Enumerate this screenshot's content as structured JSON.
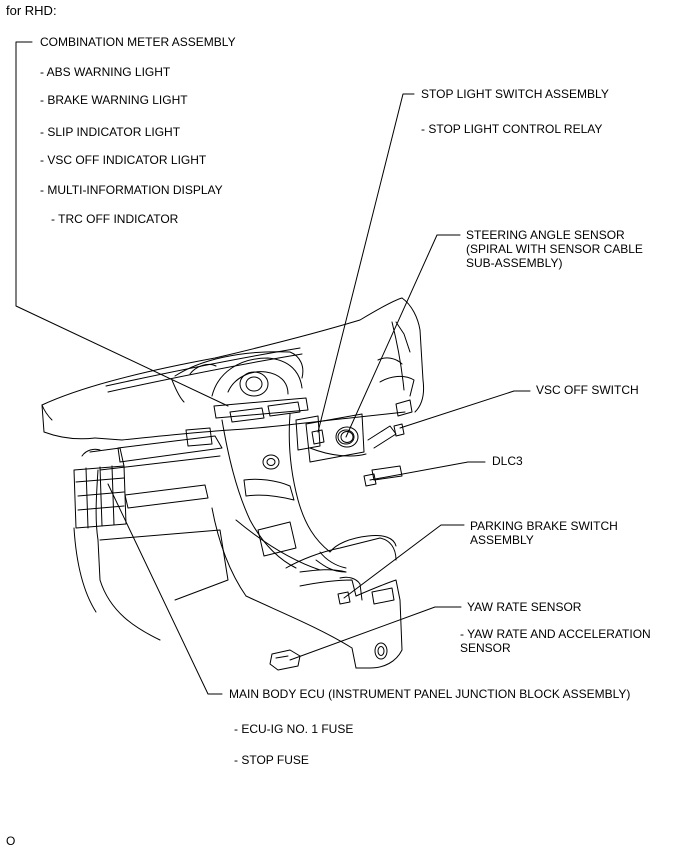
{
  "header": "for RHD:",
  "footer_code": "O",
  "callouts": {
    "combination_meter": {
      "title": "COMBINATION METER ASSEMBLY",
      "items": [
        "- ABS WARNING LIGHT",
        "- BRAKE WARNING LIGHT",
        "- SLIP INDICATOR LIGHT",
        "- VSC OFF INDICATOR LIGHT",
        "- MULTI-INFORMATION DISPLAY",
        "- TRC OFF INDICATOR"
      ]
    },
    "stop_light_switch": {
      "title": "STOP LIGHT SWITCH ASSEMBLY",
      "items": [
        "- STOP LIGHT CONTROL RELAY"
      ]
    },
    "steering_angle_sensor": {
      "title": "STEERING ANGLE SENSOR\n(SPIRAL WITH SENSOR CABLE\nSUB-ASSEMBLY)"
    },
    "vsc_off_switch": {
      "title": "VSC OFF SWITCH"
    },
    "dlc3": {
      "title": "DLC3"
    },
    "parking_brake_switch": {
      "title": "PARKING BRAKE SWITCH\nASSEMBLY"
    },
    "yaw_rate_sensor": {
      "title": "YAW RATE SENSOR",
      "items": [
        "- YAW RATE AND ACCELERATION\nSENSOR"
      ]
    },
    "main_body_ecu": {
      "title": "MAIN BODY ECU (INSTRUMENT PANEL JUNCTION BLOCK ASSEMBLY)",
      "items": [
        "- ECU-IG NO. 1 FUSE",
        "- STOP FUSE"
      ]
    }
  }
}
